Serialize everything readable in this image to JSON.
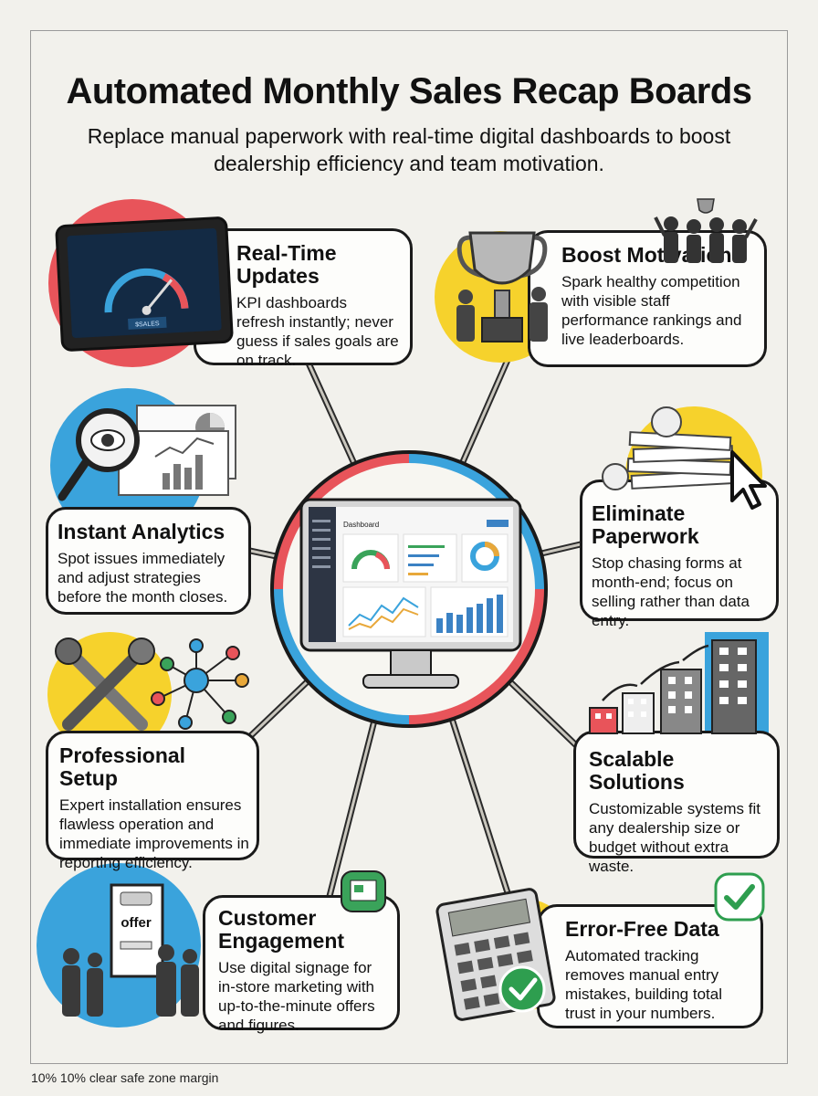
{
  "header": {
    "title": "Automated Monthly Sales Recap Boards",
    "subtitle": "Replace manual paperwork with real-time digital dashboards to boost dealership efficiency and team motivation."
  },
  "center": {
    "screen_title": "Dashboard"
  },
  "cards": [
    {
      "id": "real-time-updates",
      "title": "Real-Time Updates",
      "body": "KPI dashboards refresh instantly; never guess if sales goals are on track."
    },
    {
      "id": "boost-motivation",
      "title": "Boost Motivation",
      "body": "Spark healthy competition with visible staff performance rankings and live leaderboards."
    },
    {
      "id": "instant-analytics",
      "title": "Instant Analytics",
      "body": "Spot issues immediately and adjust strategies before the month closes."
    },
    {
      "id": "eliminate-paperwork",
      "title": "Eliminate Paperwork",
      "body": "Stop chasing forms at month-end; focus on selling rather than data entry."
    },
    {
      "id": "professional-setup",
      "title": "Professional Setup",
      "body": "Expert installation ensures flawless operation and immediate improvements in reporting efficiency."
    },
    {
      "id": "scalable-solutions",
      "title": "Scalable Solutions",
      "body": "Customizable systems fit any dealership size or budget without extra waste."
    },
    {
      "id": "customer-engagement",
      "title": "Customer Engagement",
      "body": "Use digital signage for in-store marketing with up-to-the-minute offers and figures."
    },
    {
      "id": "error-free-data",
      "title": "Error-Free Data",
      "body": "Automated tracking removes manual entry mistakes, building total trust in your numbers."
    }
  ],
  "illustrations": {
    "tablet_readout": "$SALES",
    "offer_sign": "offer"
  },
  "colors": {
    "red": "#e8545a",
    "blue": "#3aa3dc",
    "yellow": "#f6d22c",
    "ink": "#1a1a1a",
    "green": "#2e9e4f"
  },
  "footer": {
    "note": "10% 10% clear safe zone margin"
  }
}
